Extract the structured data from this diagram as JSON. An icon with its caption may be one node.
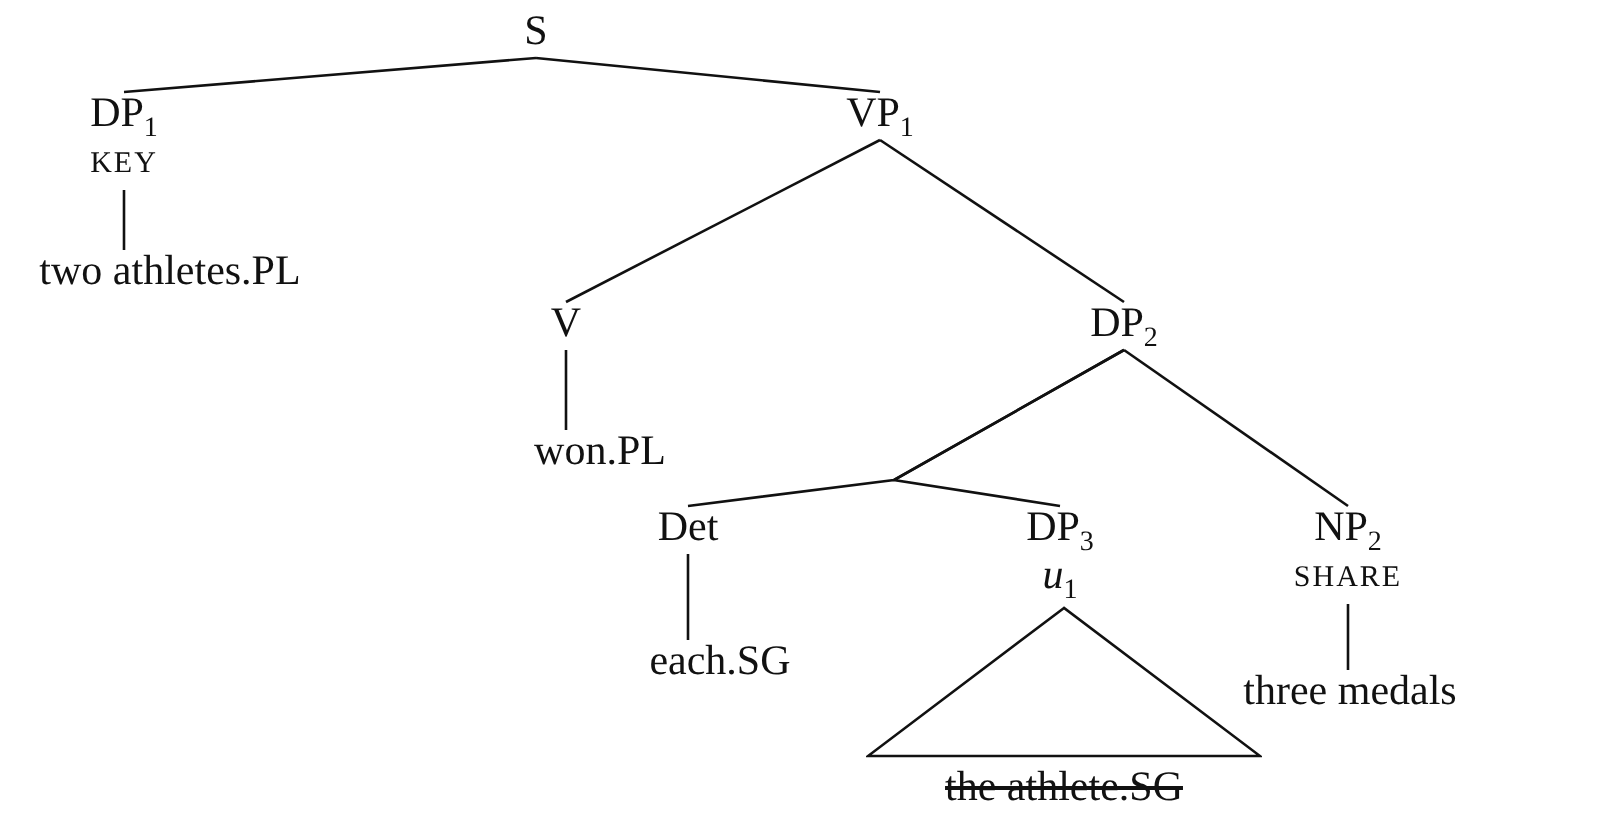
{
  "diagram": {
    "nodes": [
      {
        "text": [
          "S"
        ]
      },
      {
        "text": [
          "DP$_{1}$",
          "KEY"
        ]
      },
      {
        "text": [
          "two athletes.PL"
        ]
      },
      {
        "text": [
          "VP$_{1}$"
        ]
      },
      {
        "text": [
          "V"
        ]
      },
      {
        "text": [
          "won.PL"
        ]
      },
      {
        "text": [
          "DP$_{2}$"
        ]
      },
      {
        "text": [
          "NP$_{2}$",
          "SHARE"
        ]
      },
      {
        "text": [
          "Det"
        ]
      },
      {
        "text": [
          "DP$_{3}$",
          "*u*$_{1}$"
        ]
      },
      {
        "text": [
          "each.SG"
        ]
      },
      {
        "text": [
          "the athlete.SG"
        ]
      },
      {
        "text": [
          "three medals"
        ]
      }
    ],
    "edges": [
      {
        "from": 0,
        "to": 1,
        "arrow": "none"
      },
      {
        "from": 0,
        "to": 3,
        "arrow": "none"
      },
      {
        "from": 1,
        "to": 2,
        "arrow": "none"
      },
      {
        "from": 3,
        "to": 4,
        "arrow": "none"
      },
      {
        "from": 3,
        "to": 6,
        "arrow": "none"
      },
      {
        "from": 4,
        "to": 5,
        "arrow": "none"
      },
      {
        "from": 6,
        "to": 8,
        "arrow": "none"
      },
      {
        "from": 6,
        "to": 9,
        "arrow": "none"
      },
      {
        "from": 6,
        "to": 7,
        "arrow": "none"
      },
      {
        "from": 8,
        "to": 10,
        "arrow": "none"
      },
      {
        "from": 7,
        "to": 12,
        "arrow": "none"
      }
    ]
  }
}
